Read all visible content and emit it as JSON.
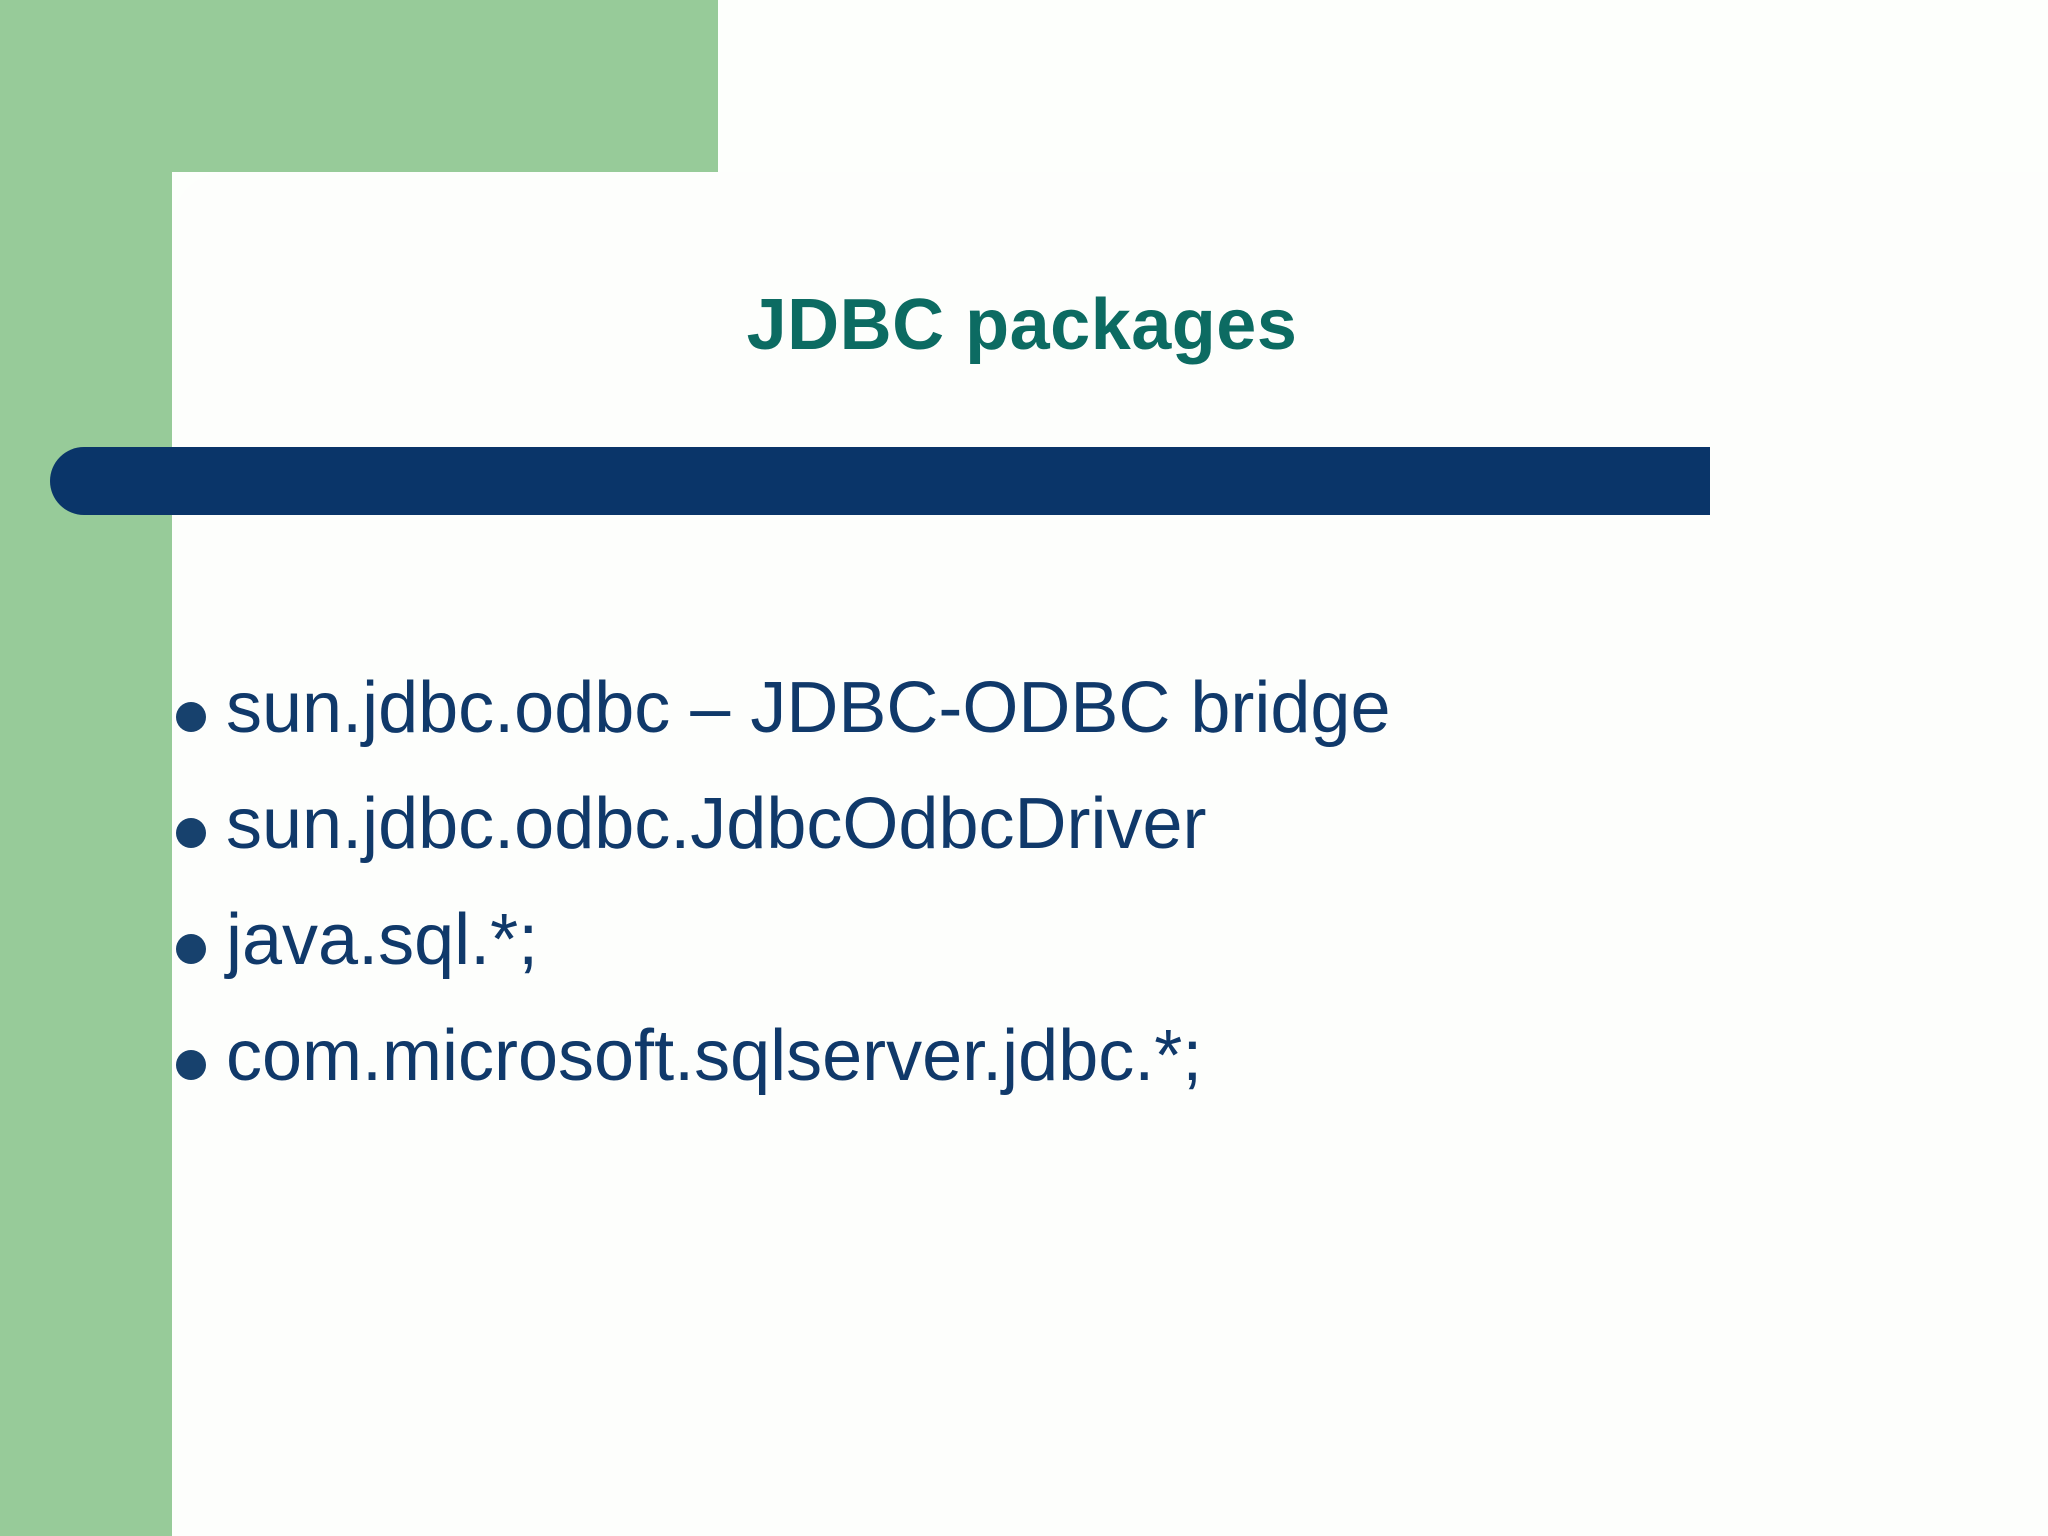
{
  "slide": {
    "title": "JDBC packages",
    "bullets": [
      {
        "text": "sun.jdbc.odbc – JDBC-ODBC bridge"
      },
      {
        "text": "sun.jdbc.odbc.JdbcOdbcDriver"
      },
      {
        "text": "java.sql.*;"
      },
      {
        "text": "com.microsoft.sqlserver.jdbc.*;"
      }
    ]
  },
  "theme": {
    "background": "#fdfffc",
    "accent_green": "#97cb99",
    "card_white": "#fdfefc",
    "bar_navy": "#0a3569",
    "title_teal": "#0c6b62",
    "body_navy": "#10396a",
    "bullet_navy": "#17416d"
  }
}
